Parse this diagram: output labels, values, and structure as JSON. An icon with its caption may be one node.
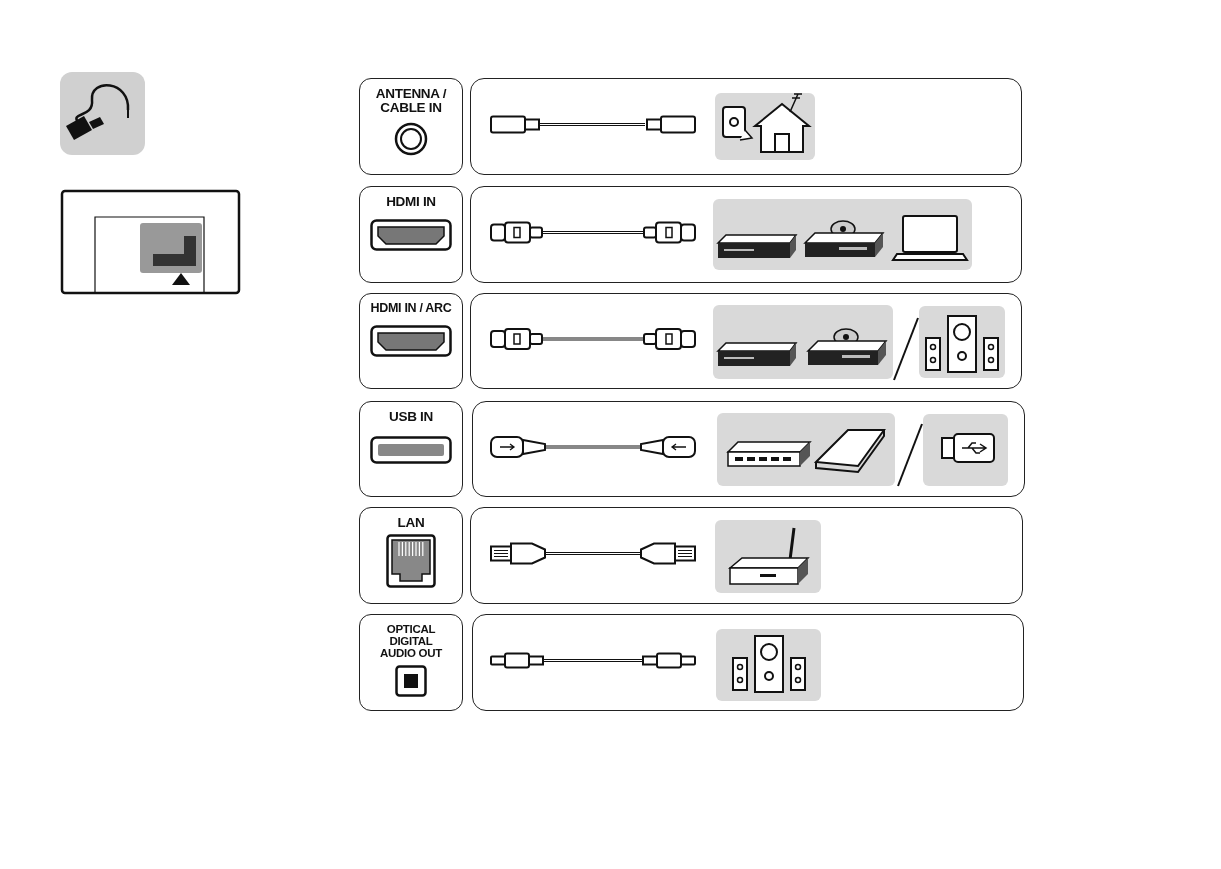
{
  "diagram": {
    "nodes": [
      {
        "text": [
          "ANTENNA / CABLE IN"
        ]
      },
      {
        "text": [],
        "shape": "box"
      },
      {
        "text": [
          "HDMI IN"
        ]
      },
      {
        "text": [],
        "shape": "box"
      },
      {
        "text": [
          "HDMI IN / ARC"
        ]
      },
      {
        "text": [],
        "shape": "box"
      },
      {
        "text": [
          "USB IN"
        ]
      },
      {
        "text": [],
        "shape": "box"
      },
      {
        "text": [
          "LAN"
        ]
      },
      {
        "text": [],
        "shape": "box"
      },
      {
        "text": [
          "OPTICAL DIGITAL AUDIO OUT"
        ]
      },
      {
        "text": [],
        "shape": "box"
      }
    ]
  }
}
